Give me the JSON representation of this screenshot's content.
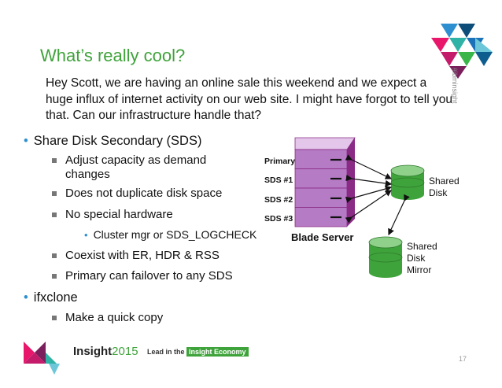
{
  "title": "What’s really cool?",
  "intro": "Hey Scott, we are having an online sale this weekend and we expect a huge influx of internet activity on our web site. I might have forgot to tell you that. Can our infrastructure handle that?",
  "hashtag": "#ibminsight",
  "bullets": [
    {
      "text": "Share Disk Secondary (SDS)",
      "subs": [
        "Adjust capacity as demand changes",
        "Does not duplicate disk space",
        "No special hardware"
      ],
      "subsub": "Cluster mgr or SDS_LOGCHECK",
      "subs2": [
        "Coexist with ER, HDR & RSS",
        "Primary can failover to any SDS"
      ]
    },
    {
      "text": "ifxclone",
      "subs": [
        "Make a quick copy"
      ]
    }
  ],
  "diagram": {
    "server_rows": [
      "Primary",
      "SDS #1",
      "SDS #2",
      "SDS #3"
    ],
    "server_caption": "Blade Server",
    "disk1": [
      "Shared",
      "Disk"
    ],
    "disk2": [
      "Shared",
      "Disk",
      "Mirror"
    ],
    "colors": {
      "server_face": "#b57bc4",
      "server_top": "#e3c6ea",
      "server_side": "#8a2b86",
      "disk_green": "#3fa33b",
      "disk_light": "#8fd08b"
    }
  },
  "footer": {
    "brand": "Insight",
    "year": "2015",
    "tagline": "Lead in the",
    "tagline_highlight": "Insight Economy"
  },
  "page_number": "17"
}
